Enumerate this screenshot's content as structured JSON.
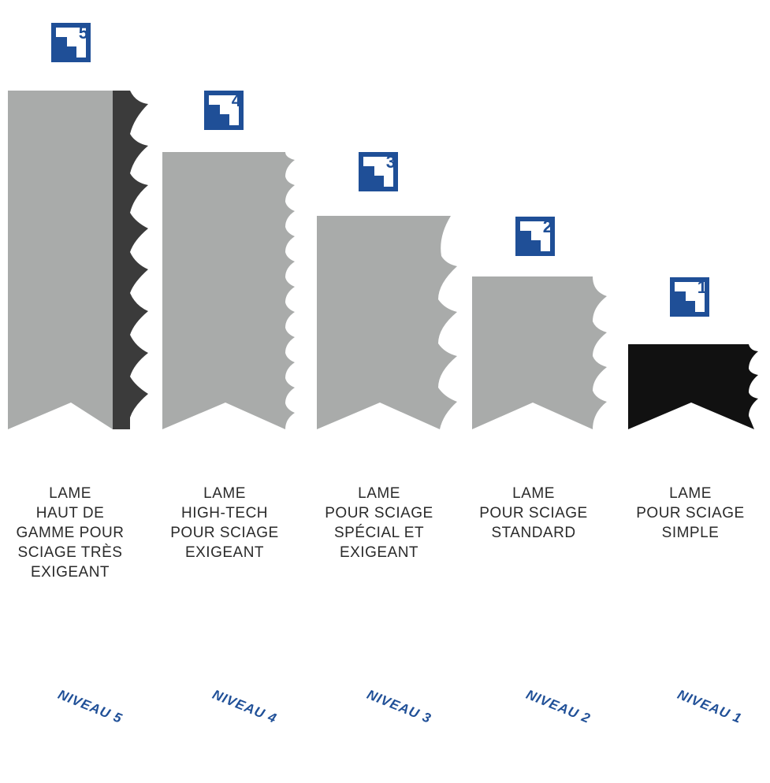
{
  "colors": {
    "badge_blue": "#1f4f97",
    "blade_grey": "#a9abaa",
    "blade_dark": "#111111",
    "tooth_dark": "#3b3b3b",
    "text": "#2a2a2a"
  },
  "products": [
    {
      "level_number": "5",
      "description_lines": [
        "LAME",
        "HAUT DE",
        "GAMME POUR",
        "SCIAGE TRÈS",
        "EXIGEANT"
      ],
      "level_label": "NIVEAU 5"
    },
    {
      "level_number": "4",
      "description_lines": [
        "LAME",
        "HIGH-TECH",
        "POUR SCIAGE",
        "EXIGEANT"
      ],
      "level_label": "NIVEAU 4"
    },
    {
      "level_number": "3",
      "description_lines": [
        "LAME",
        "POUR SCIAGE",
        "SPÉCIAL ET",
        "EXIGEANT"
      ],
      "level_label": "NIVEAU 3"
    },
    {
      "level_number": "2",
      "description_lines": [
        "LAME",
        "POUR SCIAGE",
        "STANDARD"
      ],
      "level_label": "NIVEAU 2"
    },
    {
      "level_number": "1",
      "description_lines": [
        "LAME",
        "POUR SCIAGE",
        "SIMPLE"
      ],
      "level_label": "NIVEAU 1"
    }
  ]
}
